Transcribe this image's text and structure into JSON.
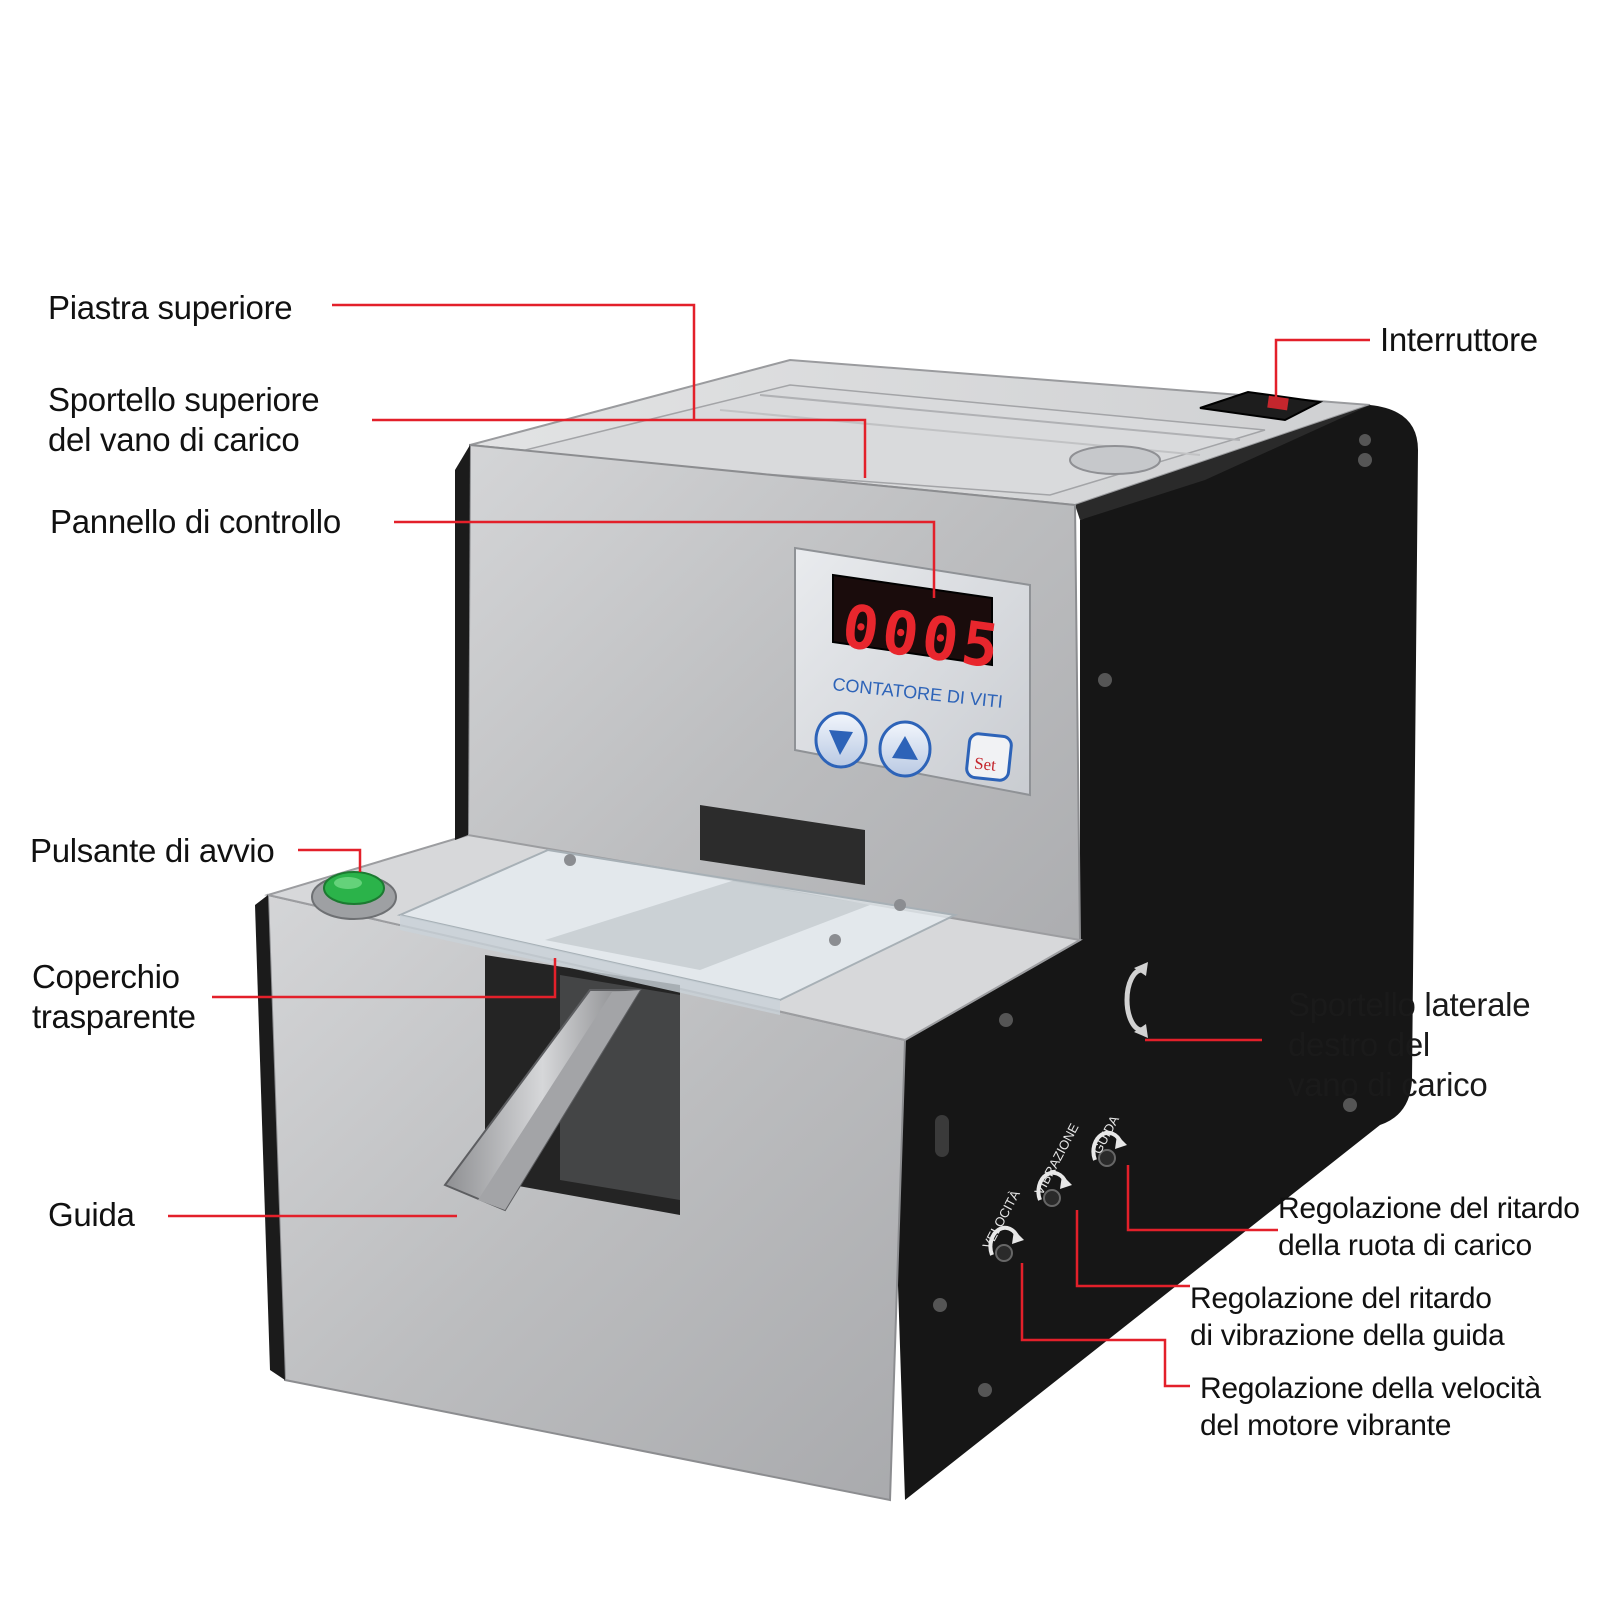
{
  "colors": {
    "leader": "#e3202a",
    "body_silver": "#b9babc",
    "side_black": "#141414",
    "display_red": "#e8262d",
    "label_blue": "#2d63b8",
    "start_green": "#2bb34a"
  },
  "panel": {
    "display_value": "0005",
    "counter_caption": "CONTATORE DI VITI",
    "down_button_icon": "triangle-down-icon",
    "up_button_icon": "triangle-up-icon",
    "set_label": "Set"
  },
  "knobs": {
    "speed": "VELOCITÀ",
    "vibration": "VIBRAZIONE",
    "guide": "GUIDA"
  },
  "callouts": {
    "top_plate": "Piastra superiore",
    "top_door": [
      "Sportello superiore",
      "del vano di carico"
    ],
    "control_panel": "Pannello di controllo",
    "start_button": "Pulsante di avvio",
    "transparent_cover": [
      "Coperchio",
      "trasparente"
    ],
    "guide": "Guida",
    "power_switch": "Interruttore",
    "right_side_door": [
      "Sportello  laterale",
      "destro  del",
      "vano  di  carico"
    ],
    "wheel_delay": [
      "Regolazione del ritardo",
      "della ruota di carico"
    ],
    "guide_vibration_delay": [
      "Regolazione del ritardo",
      "di vibrazione della guida"
    ],
    "motor_speed": [
      "Regolazione della velocità",
      "del motore vibrante"
    ]
  }
}
